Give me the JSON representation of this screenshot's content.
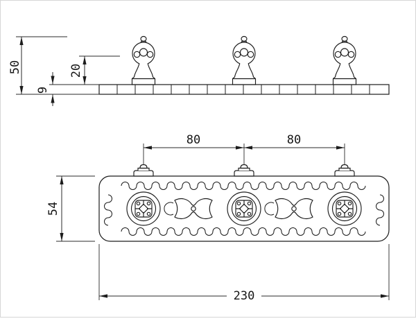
{
  "meta": {
    "ink_color": "#1c1c1c",
    "background": "#ffffff",
    "drawing_type": "technical dimension drawing, 3-knob ornate hook rail"
  },
  "front_view": {
    "dims": {
      "total_height": "50",
      "knob_height": "20",
      "rail_thickness": "9"
    }
  },
  "plan_view": {
    "dims": {
      "pitch_left": "80",
      "pitch_right": "80",
      "plate_depth": "54",
      "overall_length": "230"
    }
  }
}
